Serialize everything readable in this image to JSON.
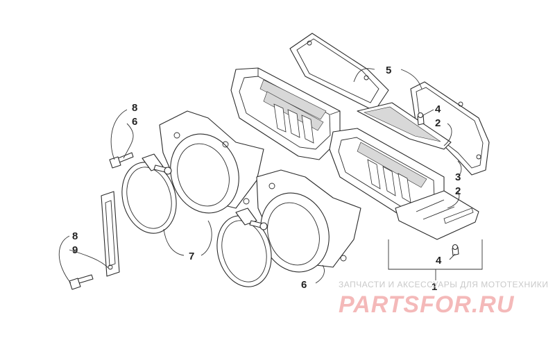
{
  "callouts": [
    {
      "id": "c1",
      "text": "1"
    },
    {
      "id": "c2a",
      "text": "2"
    },
    {
      "id": "c2b",
      "text": "2"
    },
    {
      "id": "c3",
      "text": "3"
    },
    {
      "id": "c4a",
      "text": "4"
    },
    {
      "id": "c4b",
      "text": "4"
    },
    {
      "id": "c5",
      "text": "5"
    },
    {
      "id": "c6a",
      "text": "6"
    },
    {
      "id": "c6b",
      "text": "6"
    },
    {
      "id": "c7",
      "text": "7"
    },
    {
      "id": "c8a",
      "text": "8"
    },
    {
      "id": "c8b",
      "text": "8"
    },
    {
      "id": "c9",
      "text": "9"
    }
  ],
  "watermark": {
    "subtitle": "ЗАПЧАСТИ И АКСЕССУАРЫ ДЛЯ МОТОТЕХНИКИ",
    "logo": "PARTSFOR.RU",
    "logo_color": "#f4b9b9"
  }
}
